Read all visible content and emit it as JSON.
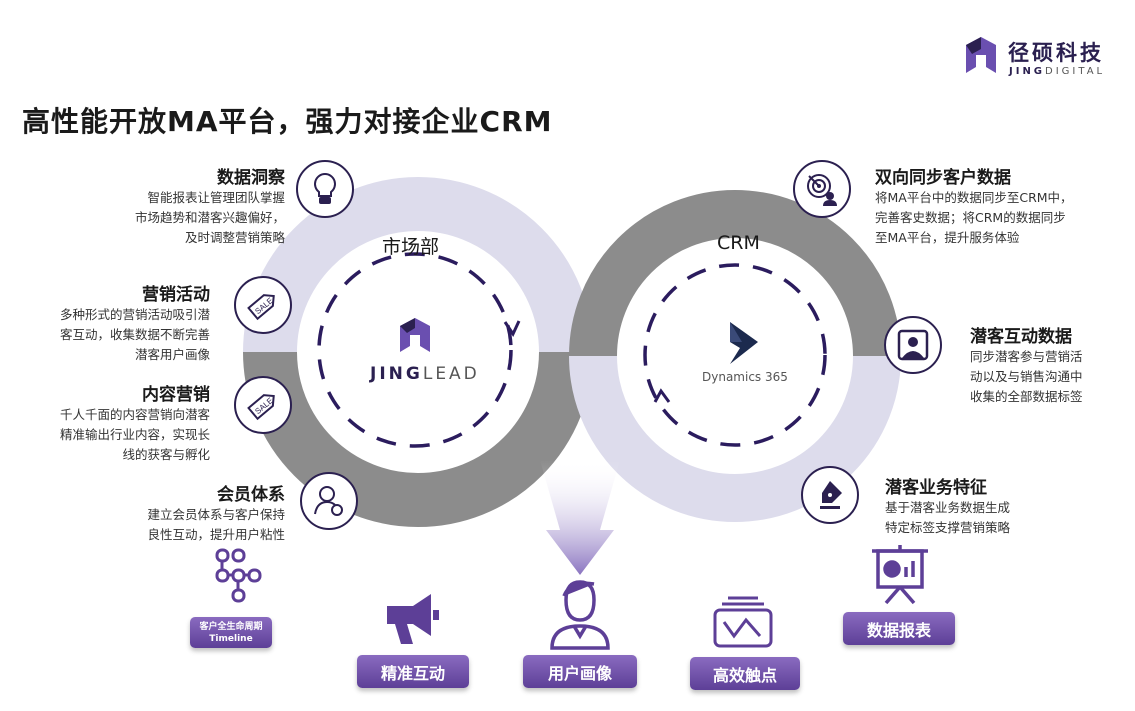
{
  "logo": {
    "cn": "径硕科技",
    "en_bold": "JING",
    "en_light": "DIGITAL"
  },
  "title": "高性能开放MA平台，强力对接企业CRM",
  "left_ring": {
    "label": "市场部",
    "logo_bold": "JING",
    "logo_light": "LEAD"
  },
  "right_ring": {
    "label": "CRM",
    "logo_text": "Dynamics 365"
  },
  "left_items": [
    {
      "title": "数据洞察",
      "lines": [
        "智能报表让管理团队掌握",
        "市场趋势和潜客兴趣偏好，",
        "及时调整营销策略"
      ],
      "icon": "lightbulb-icon"
    },
    {
      "title": "营销活动",
      "lines": [
        "多种形式的营销活动吸引潜",
        "客互动，收集数据不断完善",
        "潜客用户画像"
      ],
      "icon": "sale-tag-icon"
    },
    {
      "title": "内容营销",
      "lines": [
        "千人千面的内容营销向潜客",
        "精准输出行业内容，实现长",
        "线的获客与孵化"
      ],
      "icon": "sale-tag-icon"
    },
    {
      "title": "会员体系",
      "lines": [
        "建立会员体系与客户保持",
        "良性互动，提升用户粘性"
      ],
      "icon": "member-icon"
    }
  ],
  "right_items": [
    {
      "title": "双向同步客户数据",
      "lines": [
        "将MA平台中的数据同步至CRM中，",
        "完善客史数据；将CRM的数据同步",
        "至MA平台，提升服务体验"
      ],
      "icon": "target-icon"
    },
    {
      "title": "潜客互动数据",
      "lines": [
        "同步潜客参与营销活",
        "动以及与销售沟通中",
        "收集的全部数据标签"
      ],
      "icon": "profile-icon"
    },
    {
      "title": "潜客业务特征",
      "lines": [
        "基于潜客业务数据生成",
        "特定标签支撑营销策略"
      ],
      "icon": "pen-icon"
    }
  ],
  "bottom": {
    "timeline": {
      "line1": "客户全生命周期",
      "line2": "Timeline"
    },
    "precise": "精准互动",
    "persona": "用户画像",
    "touchpoint": "高效触点",
    "report": "数据报表"
  },
  "colors": {
    "purple": "#5d3f97",
    "dark": "#2b2050",
    "lavender": "#dddcec",
    "gray": "#8c8c8c"
  }
}
